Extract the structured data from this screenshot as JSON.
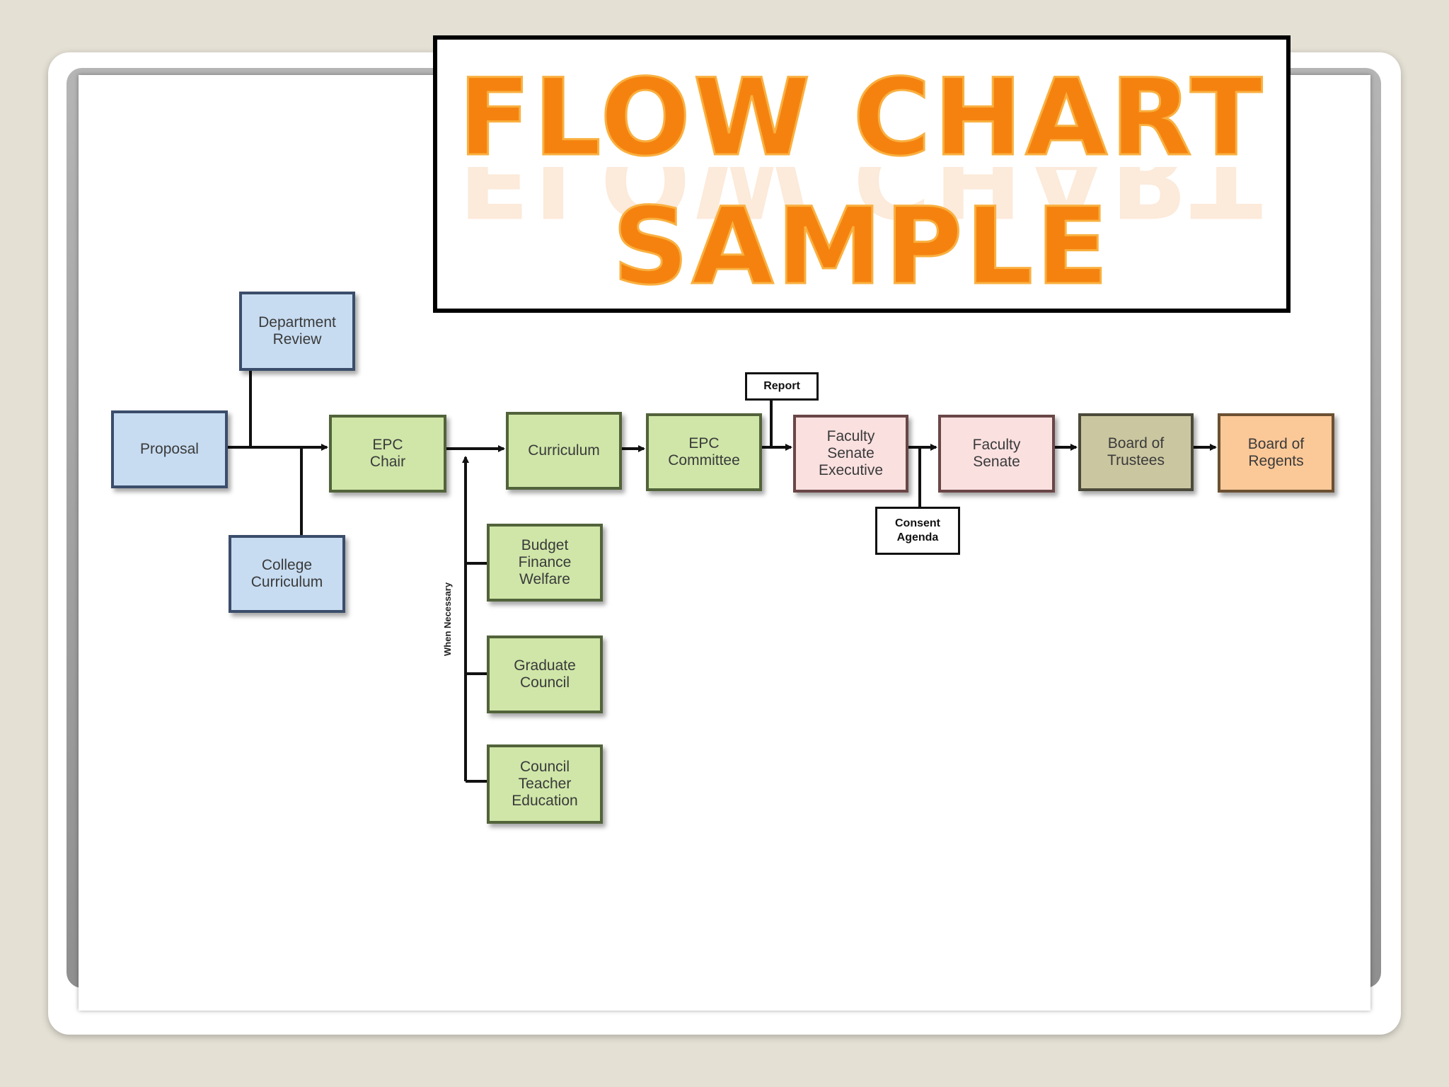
{
  "title": {
    "line1": "FLOW CHART",
    "line2": "SAMPLE"
  },
  "colors": {
    "background": "#e4e0d4",
    "title": "#f5820f",
    "blue_node": "#c7dcf1",
    "green_node": "#cfe6a8",
    "pink_node": "#fbe0e0",
    "tan_node": "#cac6a0",
    "orange_node": "#fbc898"
  },
  "flowchart": {
    "nodes": {
      "proposal": "Proposal",
      "department_review": "Department\nReview",
      "college_curriculum": "College\nCurriculum",
      "epc_chair": "EPC\nChair",
      "curriculum": "Curriculum",
      "epc_committee": "EPC\nCommittee",
      "faculty_senate_executive": "Faculty\nSenate\nExecutive",
      "faculty_senate": "Faculty\nSenate",
      "board_of_trustees": "Board of\nTrustees",
      "board_of_regents": "Board of\nRegents",
      "budget_finance_welfare": "Budget\nFinance\nWelfare",
      "graduate_council": "Graduate\nCouncil",
      "council_teacher_education": "Council\nTeacher\nEducation"
    },
    "notes": {
      "report": "Report",
      "consent_agenda": "Consent\nAgenda"
    },
    "side_label": "When Necessary"
  }
}
